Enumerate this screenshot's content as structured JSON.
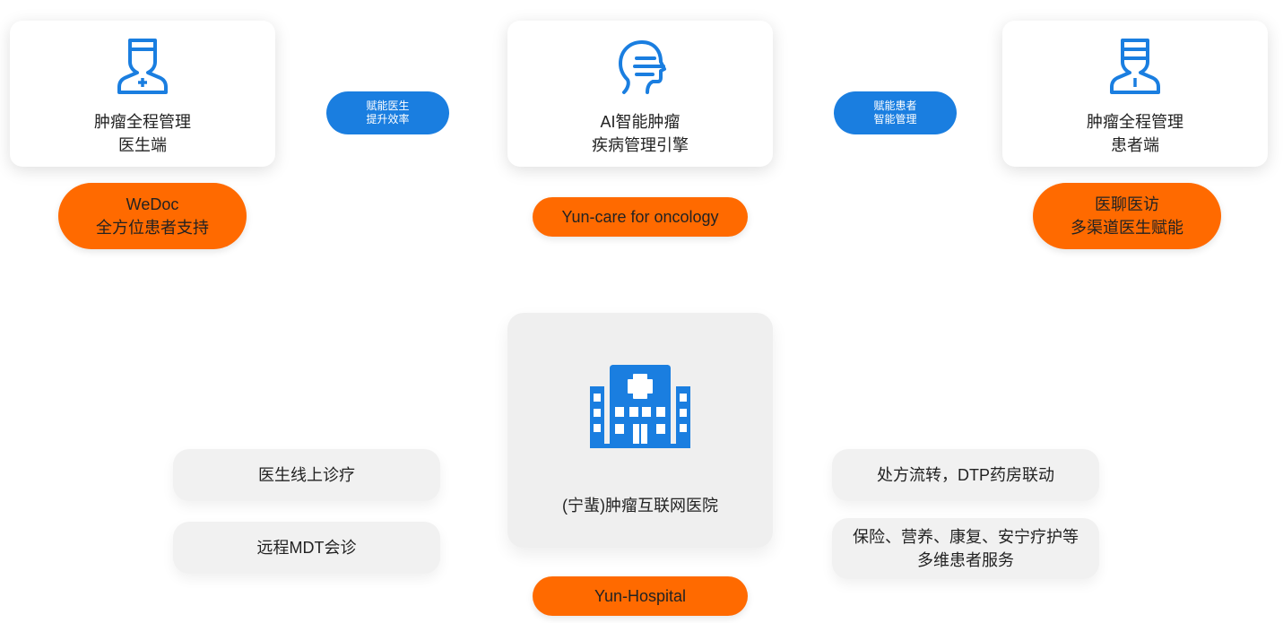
{
  "top_cards": {
    "doctor": {
      "line1": "肿瘤全程管理",
      "line2": "医生端",
      "icon": "doctor-icon"
    },
    "ai": {
      "line1": "AI智能肿瘤",
      "line2": "疾病管理引擎",
      "icon": "ai-head-icon"
    },
    "patient": {
      "line1": "肿瘤全程管理",
      "line2": "患者端",
      "icon": "patient-icon"
    }
  },
  "connectors": {
    "left": {
      "line1": "赋能医生",
      "line2": "提升效率"
    },
    "right": {
      "line1": "赋能患者",
      "line2": "智能管理"
    }
  },
  "orange_pills": {
    "wedoc": {
      "line1": "WeDoc",
      "line2": "全方位患者支持"
    },
    "yuncare": {
      "line1": "Yun-care for oncology"
    },
    "visit": {
      "line1": "医聊医访",
      "line2": "多渠道医生赋能"
    },
    "yunhospital": {
      "line1": "Yun-Hospital"
    }
  },
  "hospital": {
    "title": "(宁蜚)肿瘤互联网医院",
    "icon": "hospital-icon"
  },
  "left_services": [
    {
      "label": "医生线上诊疗"
    },
    {
      "label": "远程MDT会诊"
    }
  ],
  "right_services": [
    {
      "label": "处方流转，DTP药房联动"
    },
    {
      "line1": "保险、营养、康复、安宁疗护等",
      "line2": "多维患者服务"
    }
  ],
  "colors": {
    "accent_blue": "#1a7ee0",
    "accent_orange": "#ff6a00",
    "card_gray": "#f1f1f1"
  }
}
